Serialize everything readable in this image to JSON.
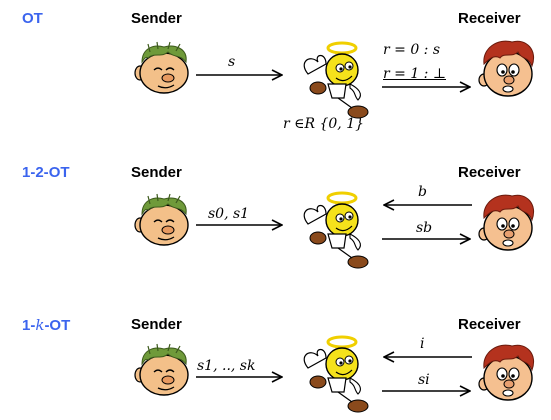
{
  "rows": [
    {
      "protocol": "OT",
      "sender": "Sender",
      "receiver": "Receiver",
      "arrow_sender": "s",
      "receiver_line_0": "r = 0 :  s",
      "receiver_line_1": "r = 1 :  ⊥",
      "note": "r ∈R {0, 1}"
    },
    {
      "protocol_prefix": "1-2-",
      "protocol_suffix": "OT",
      "sender": "Sender",
      "receiver": "Receiver",
      "arrow_sender": "s0, s1",
      "arrow_from_receiver": "b",
      "arrow_to_receiver": "sb"
    },
    {
      "protocol_prefix": "1-",
      "protocol_var": "k",
      "protocol_suffix": "-OT",
      "sender": "Sender",
      "receiver": "Receiver",
      "arrow_sender": "s1, .., sk",
      "arrow_from_receiver": "i",
      "arrow_to_receiver": "si"
    }
  ],
  "colors": {
    "protocol_label": "#3b64ee",
    "sender_skin": "#f3c089",
    "sender_hair": "#6f9a3a",
    "receiver_skin": "#f5c090",
    "receiver_hair": "#b4321e",
    "angel_body": "#f5e21b",
    "angel_halo": "#f0cf00",
    "angel_shoes": "#8a4a1c"
  }
}
